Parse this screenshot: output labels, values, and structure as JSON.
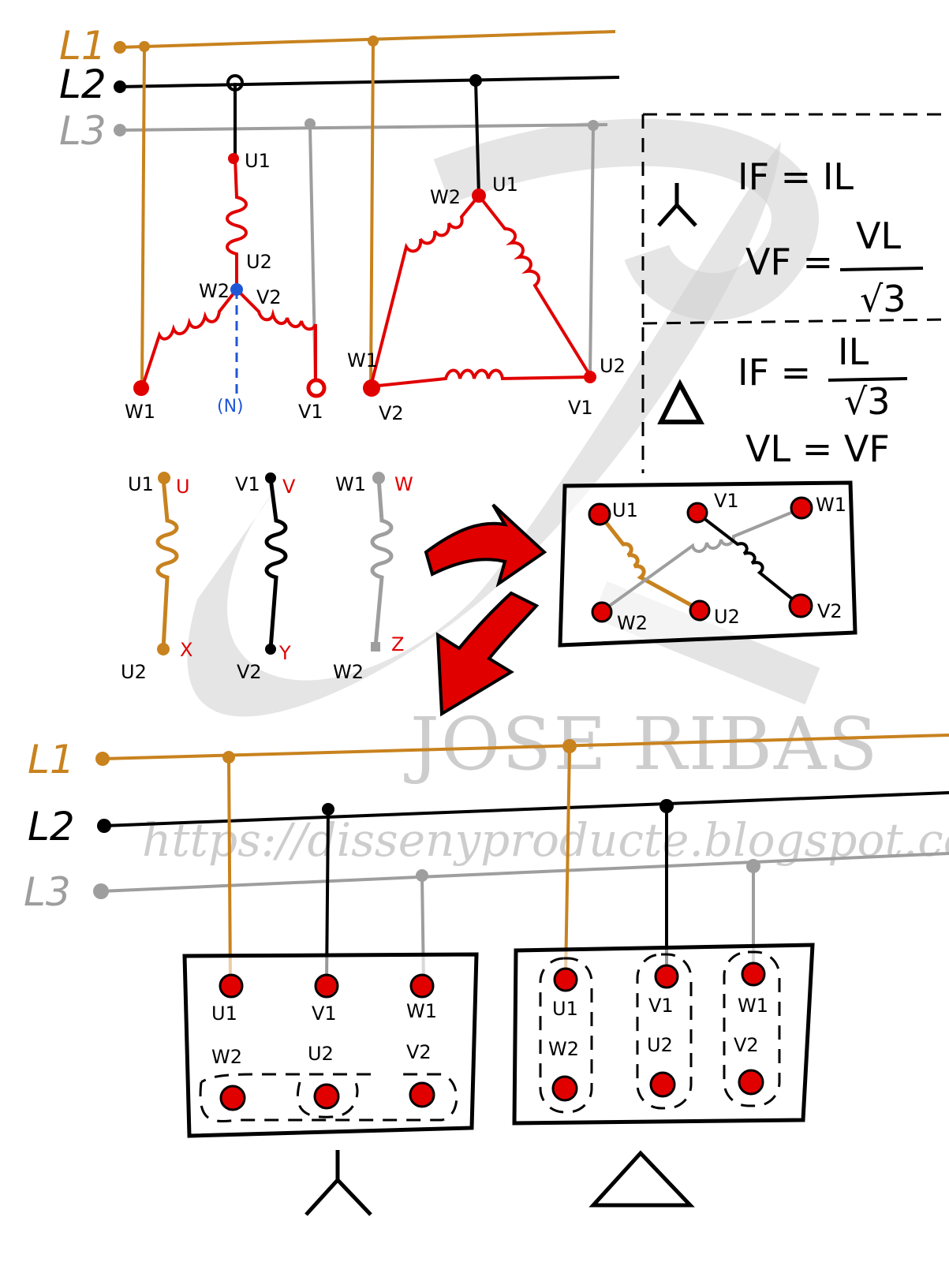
{
  "lines": {
    "l1": "L1",
    "l2": "L2",
    "l3": "L3"
  },
  "colors": {
    "l1": "#c8821e",
    "l2": "#000000",
    "l3": "#9e9e9e",
    "winding": "#e10000",
    "neutral": "#1f56d6",
    "watermark": "#bdbdbd"
  },
  "star_diagram": {
    "u1": "U1",
    "u2": "U2",
    "w2": "W2",
    "v2": "V2",
    "w1": "W1",
    "neutral": "(N)",
    "v1": "V1"
  },
  "delta_diagram": {
    "w2": "W2",
    "u1": "U1",
    "w1": "W1",
    "u2": "U2",
    "v2": "V2",
    "v1": "V1"
  },
  "formulas": {
    "star_symbol": "⅄",
    "star_if": "IF = IL",
    "star_vf_num": "VL",
    "star_vf_lhs": "VF =",
    "star_vf_den": "√3",
    "delta_symbol": "Δ",
    "delta_if_lhs": "IF =",
    "delta_if_num": "IL",
    "delta_if_den": "√3",
    "delta_vl": "VL = VF"
  },
  "windings": {
    "u_top": "U1",
    "u_letter": "U",
    "u_bottom": "U2",
    "u_letter2": "X",
    "v_top": "V1",
    "v_letter": "V",
    "v_bottom": "V2",
    "v_letter2": "Y",
    "w_top": "W1",
    "w_letter": "W",
    "w_bottom": "W2",
    "w_letter2": "Z"
  },
  "terminal_box_diagram": {
    "u1": "U1",
    "v1": "V1",
    "w1": "W1",
    "w2": "W2",
    "u2": "U2",
    "v2": "V2"
  },
  "star_box": {
    "u1": "U1",
    "v1": "V1",
    "w1": "W1",
    "w2": "W2",
    "u2": "U2",
    "v2": "V2",
    "symbol": "⅄"
  },
  "delta_box": {
    "u1": "U1",
    "v1": "V1",
    "w1": "W1",
    "w2": "W2",
    "u2": "U2",
    "v2": "V2",
    "symbol": "Δ"
  },
  "watermark": {
    "name": "JOSE RIBAS",
    "url": "https://dissenyproducte.blogspot.com"
  }
}
